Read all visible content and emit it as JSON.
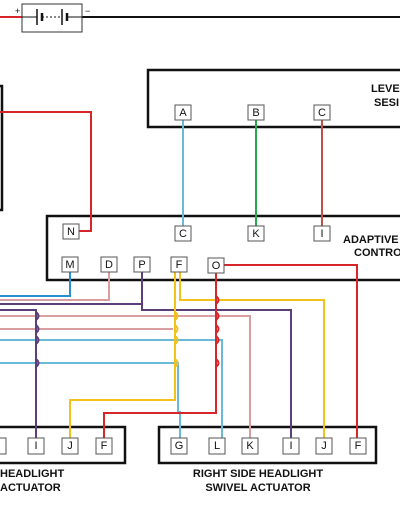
{
  "colors": {
    "red": "#d7262a",
    "blue": "#2a8fd0",
    "light_blue": "#6ab9d8",
    "green": "#23a84e",
    "yellow": "#f2c21b",
    "purple": "#5b3f7a",
    "pink": "#d99ea0",
    "dark_red": "#c0504d",
    "black": "#111111"
  },
  "battery": {
    "plus": "+",
    "minus": "−"
  },
  "leveling_sensor": {
    "label_line1": "LEVE",
    "label_line2": "SESI",
    "pins": {
      "a": "A",
      "b": "B",
      "c": "C"
    }
  },
  "control_module": {
    "label_line1": "ADAPTIVE",
    "label_line2": "CONTRO",
    "pins": {
      "n": "N",
      "c": "C",
      "k": "K",
      "i": "I",
      "m": "M",
      "d": "D",
      "p": "P",
      "f": "F",
      "o": "O"
    }
  },
  "left_actuator": {
    "label_line1": "HEADLIGHT",
    "label_line2": "ACTUATOR",
    "pins": {
      "i": "I",
      "j": "J",
      "f": "F"
    }
  },
  "right_actuator": {
    "label_line1": "RIGHT SIDE HEADLIGHT",
    "label_line2": "SWIVEL ACTUATOR",
    "pins": {
      "g": "G",
      "l": "L",
      "k": "K",
      "i": "I",
      "j": "J",
      "f": "F"
    }
  }
}
